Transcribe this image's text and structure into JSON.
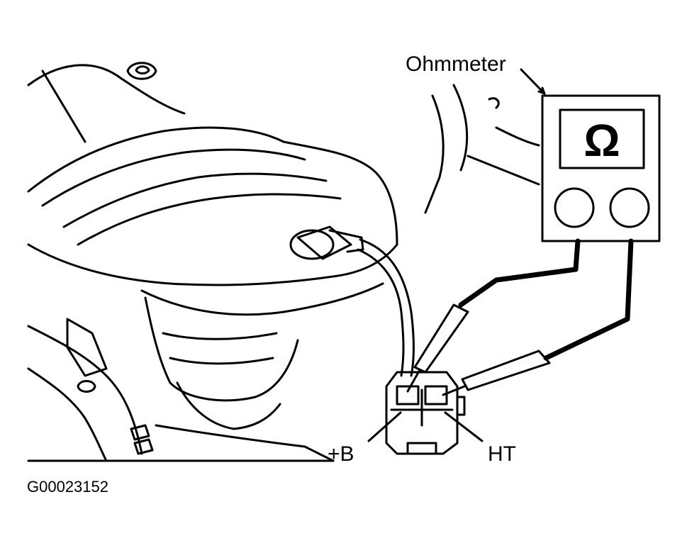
{
  "figure": {
    "labels": {
      "meter": "Ohmmeter",
      "pin_b": "+B",
      "pin_ht": "HT",
      "figure_id": "G00023152"
    },
    "meter_symbol": "Ω"
  },
  "colors": {
    "ink": "#000000",
    "paper": "#ffffff"
  }
}
